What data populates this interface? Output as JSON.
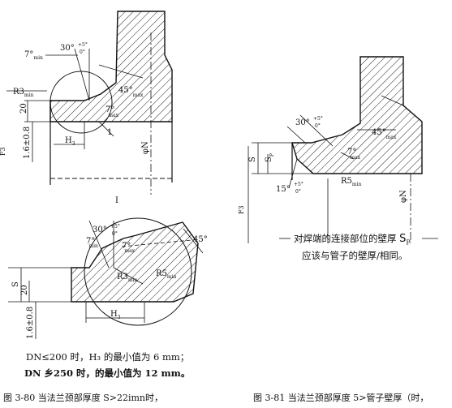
{
  "fig_left": {
    "labels": {
      "angle_7_min": "7°",
      "angle_7_min_sub": "min",
      "angle_30": "30°",
      "tol_plus": "+5°",
      "tol_zero": "0°",
      "r3": "R3",
      "r3_sub": "min",
      "angle_45": "45°",
      "angle_45_sub": "max",
      "angle_7_max": "7°",
      "angle_7_max_sub": "max",
      "dim_20": "20",
      "dim_16": "1.6±0.8",
      "h3": "H",
      "h3_sub": "3",
      "callout_1": "1",
      "phi_n": "φN",
      "margin_mark": "F3",
      "detail_label": "I"
    },
    "detail": {
      "angle_30": "30°",
      "tol_plus": "+5°",
      "tol_zero": "0°",
      "angle_7_min": "7°",
      "angle_7_min_sub": "min",
      "angle_7_max": "7°",
      "angle_7_max_sub": "max",
      "angle_45": "45°",
      "r3": "R3",
      "r3_sub": "min",
      "r5": "R5",
      "r5_sub": "min",
      "dim_s": "S",
      "dim_20": "20",
      "dim_16": "1.6±0.8",
      "h3": "H",
      "h3_sub": "3"
    },
    "note_line1": "DN≤200 时，H₃ 的最小值为 6 mm；",
    "note_line2": "DN 乡250 时，的最小值为 12 mm。",
    "caption": "图 3-80 当法兰颈部厚度 S>22imn时，"
  },
  "fig_right": {
    "labels": {
      "angle_30": "30°",
      "tol_plus": "+5°",
      "tol_zero": "0°",
      "angle_45": "45°",
      "angle_45_sub": "max",
      "angle_7": "7°",
      "angle_7_sub": "max",
      "dim_s": "S",
      "dim_sp": "S",
      "dim_sp_sub": "P",
      "r5": "R5",
      "r5_sub": "min",
      "angle_15": "15°",
      "tol15_plus": "+5°",
      "tol15_zero": "0°",
      "phi_n": "φN",
      "margin_mark": "F3"
    },
    "note_line1_a": "对焊端的连接部位的壁厚 ",
    "note_line1_b": "S",
    "note_line1_sub": "P",
    "note_line2": "应该与管子的壁厚/相同。",
    "caption": "图 3-81 当法兰颈部厚度 5>管子壁厚（时，"
  }
}
